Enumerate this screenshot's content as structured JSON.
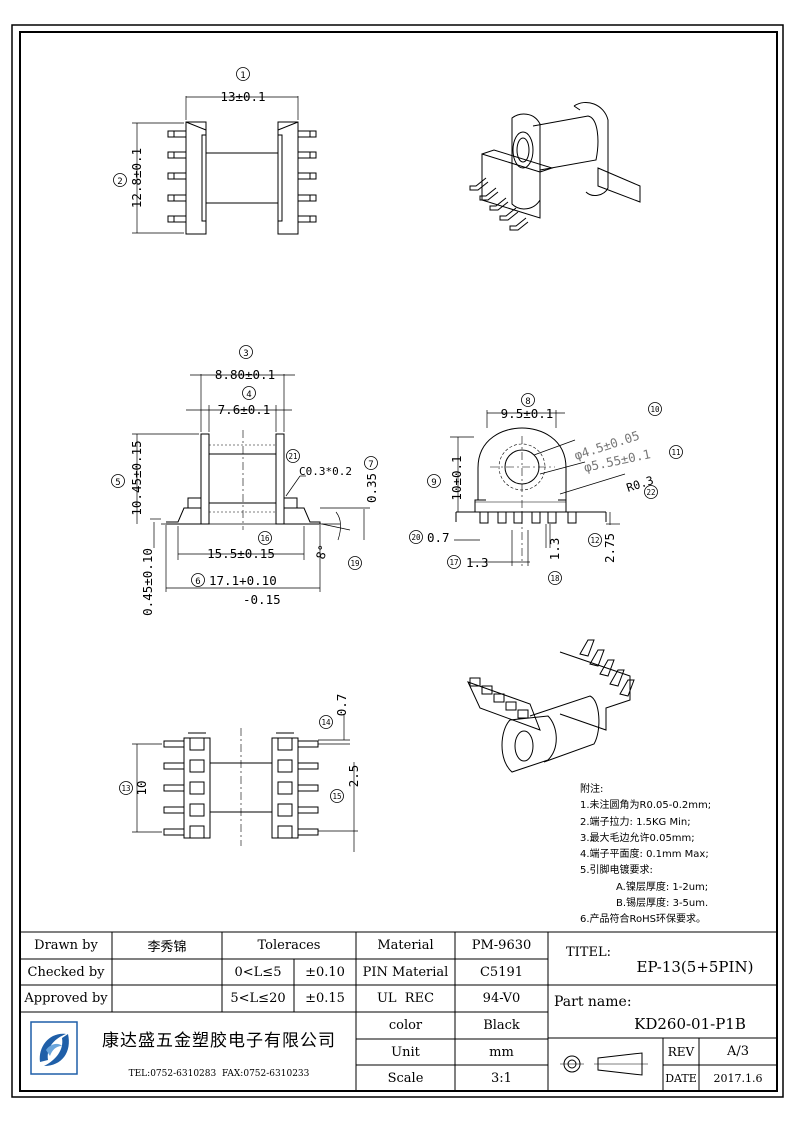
{
  "drawing": {
    "view1": {
      "callout_1": "1",
      "dim_width": "13±0.1",
      "callout_2": "2",
      "dim_height": "12.8±0.1"
    },
    "view2": {
      "callout_3": "3",
      "dim_3": "8.80±0.1",
      "callout_4": "4",
      "dim_4": "7.6±0.1",
      "callout_5": "5",
      "dim_5": "10.45±0.15",
      "callout_6": "6",
      "dim_6a": "17.1+0.10",
      "dim_6b": "-0.15",
      "callout_7": "7",
      "dim_7": "0.35",
      "callout_16": "16",
      "dim_16": "15.5±0.15",
      "dim_045": "0.45±0.10",
      "callout_19": "19",
      "dim_19": "8°",
      "callout_21": "21",
      "dim_21": "C0.3*0.2"
    },
    "view3": {
      "callout_8": "8",
      "dim_8": "9.5±0.1",
      "callout_9": "9",
      "dim_9": "10±0.1",
      "callout_10": "10",
      "dim_10": "φ4.5±0.05",
      "callout_11": "11",
      "dim_11": "φ5.55±0.1",
      "callout_12": "12",
      "dim_12": "2.75",
      "callout_17": "17",
      "dim_17": "1.3",
      "callout_18": "18",
      "dim_18": "1.3",
      "callout_20": "20",
      "dim_20": "0.7",
      "callout_22": "22",
      "dim_22": "R0.3"
    },
    "view4": {
      "callout_13": "13",
      "dim_13": "10",
      "callout_14": "14",
      "dim_14": "0.7",
      "callout_15": "15",
      "dim_15": "2.5"
    }
  },
  "notes": {
    "title": "附注:",
    "items": [
      "1.未注圆角为R0.05-0.2mm;",
      "2.端子拉力: 1.5KG Min;",
      "3.最大毛边允许0.05mm;",
      "4.端子平面度: 0.1mm Max;",
      "5.引脚电镀要求:",
      "A.镍层厚度: 1-2um;",
      "B.锡层厚度: 3-5um.",
      "6.产品符合RoHS环保要求。"
    ]
  },
  "title_block": {
    "drawn_by_label": "Drawn by",
    "drawn_by_value": "李秀锦",
    "checked_by_label": "Checked by",
    "approved_by_label": "Approved by",
    "tolerances_label": "Toleraces",
    "tol_range_1": "0<L≤5",
    "tol_value_1": "±0.10",
    "tol_range_2": "5<L≤20",
    "tol_value_2": "±0.15",
    "material_label": "Material",
    "material_value": "PM-9630",
    "pin_material_label": "PIN Material",
    "pin_material_value": "C5191",
    "ul_label": "UL  REC",
    "ul_value": "94-V0",
    "color_label": "color",
    "color_value": "Black",
    "unit_label": "Unit",
    "unit_value": "mm",
    "scale_label": "Scale",
    "scale_value": "3:1",
    "company_name": "康达盛五金塑胶电子有限公司",
    "company_contact": "TEL:0752-6310283  FAX:0752-6310233",
    "titel_label": "TITEL:",
    "titel_value": "EP-13(5+5PIN)",
    "part_name_label": "Part name:",
    "part_name_value": "KD260-01-P1B",
    "rev_label": "REV",
    "rev_value": "A/3",
    "date_label": "DATE",
    "date_value": "2017.1.6"
  },
  "colors": {
    "line": "#000000",
    "logo_blue": "#1f5fa8"
  },
  "icons": [
    "company-logo-icon",
    "projection-symbol-icon"
  ]
}
